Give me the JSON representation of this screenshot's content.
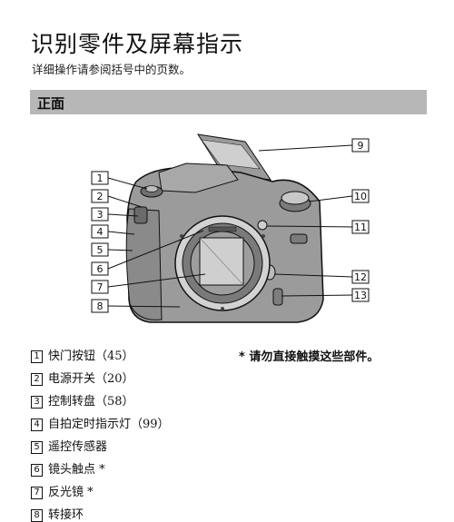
{
  "header": {
    "title": "识别零件及屏幕指示",
    "subtitle": "详细操作请参阅括号中的页数。"
  },
  "section": {
    "label": "正面"
  },
  "callouts": [
    "1",
    "2",
    "3",
    "4",
    "5",
    "6",
    "7",
    "8",
    "9",
    "10",
    "11",
    "12",
    "13"
  ],
  "legend": {
    "items": [
      {
        "num": "1",
        "text": "快门按钮（45）"
      },
      {
        "num": "2",
        "text": "电源开关（20）"
      },
      {
        "num": "3",
        "text": "控制转盘（58）"
      },
      {
        "num": "4",
        "text": "自拍定时指示灯（99）"
      },
      {
        "num": "5",
        "text": "遥控传感器"
      },
      {
        "num": "6",
        "text": "镜头触点 *"
      },
      {
        "num": "7",
        "text": "反光镜 *"
      },
      {
        "num": "8",
        "text": "转接环"
      }
    ],
    "note": "* 请勿直接触摸这些部件。"
  }
}
